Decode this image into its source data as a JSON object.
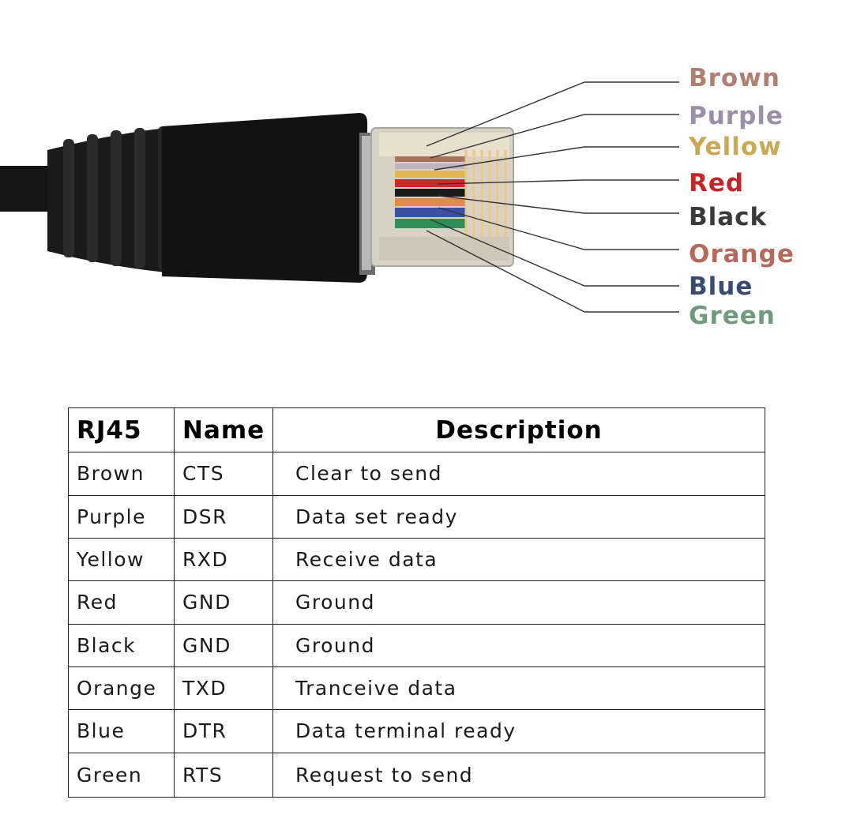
{
  "labels": [
    {
      "text": "Brown",
      "color": "#b07f72"
    },
    {
      "text": "Purple",
      "color": "#9a8fa8"
    },
    {
      "text": "Yellow",
      "color": "#c9a955"
    },
    {
      "text": "Red",
      "color": "#c4242a"
    },
    {
      "text": "Black",
      "color": "#3a3a3a"
    },
    {
      "text": "Orange",
      "color": "#b56a5c"
    },
    {
      "text": "Blue",
      "color": "#3a4a70"
    },
    {
      "text": "Green",
      "color": "#6f9a7c"
    }
  ],
  "table": {
    "headers": [
      "RJ45",
      "Name",
      "Description"
    ],
    "rows": [
      [
        "Brown",
        "CTS",
        "Clear to send"
      ],
      [
        "Purple",
        "DSR",
        "Data set ready"
      ],
      [
        "Yellow",
        "RXD",
        "Receive data"
      ],
      [
        "Red",
        "GND",
        "Ground"
      ],
      [
        "Black",
        "GND",
        "Ground"
      ],
      [
        "Orange",
        "TXD",
        "Tranceive data"
      ],
      [
        "Blue",
        "DTR",
        "Data terminal ready"
      ],
      [
        "Green",
        "RTS",
        "Request to send"
      ]
    ]
  }
}
